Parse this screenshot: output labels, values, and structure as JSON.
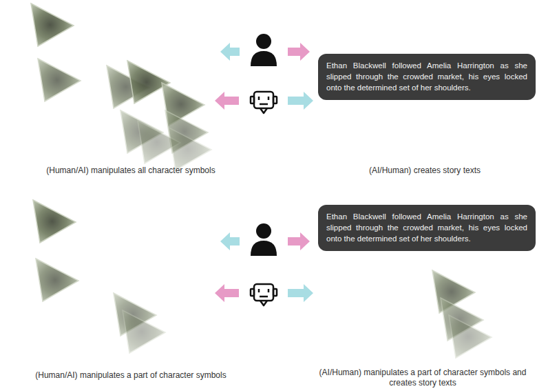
{
  "diagram": {
    "nodes": [
      {
        "text": [
          "Ethan Blackwell followed Amelia Harrington as she slipped through the crowded market, his eyes locked onto the determined set of her shoulders."
        ]
      },
      {
        "text": [
          "Ethan Blackwell followed Amelia Harrington as she slipped through the crowded market, his eyes locked onto the determined set of her shoulders."
        ]
      }
    ],
    "labels": [
      "(Human/AI) manipulates all character symbols",
      "(AI/Human) creates story texts",
      "(Human/AI) manipulates a part of character symbols",
      "(AI/Human) manipulates a part of character symbols and creates story texts"
    ]
  }
}
